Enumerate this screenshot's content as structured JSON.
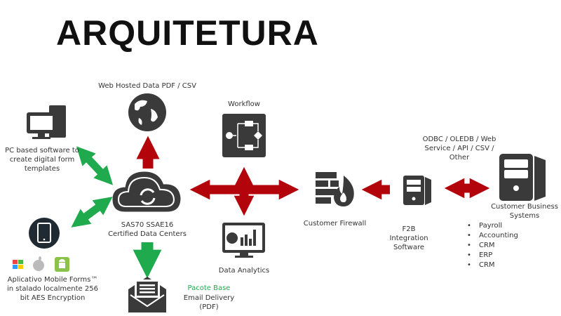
{
  "title": "ARQUITETURA",
  "labels": {
    "web_hosted": "Web Hosted Data PDF / CSV",
    "workflow": "Workflow",
    "pc_software": "PC based software to create digital form templates",
    "datacenter": "SAS70 SSAE16 Certified Data Centers",
    "mobile": "Aplicativo Mobile Forms™ in stalado localmente 256 bit AES Encryption",
    "pacote_base": "Pacote Base",
    "email_delivery": "Email Delivery (PDF)",
    "data_analytics": "Data Analytics",
    "firewall": "Customer Firewall",
    "f2b": "F2B Integration Software",
    "protocols": "ODBC / OLEDB / Web Service / API / CSV / Other",
    "business_systems": "Customer Business Systems"
  },
  "business_list": [
    "Payroll",
    "Accounting",
    "CRM",
    "ERP",
    "CRM"
  ],
  "colors": {
    "red_arrow": "#b3030b",
    "green_arrow": "#1faa4d",
    "icon": "#3a3a3a",
    "green_text": "#1faa4d"
  }
}
